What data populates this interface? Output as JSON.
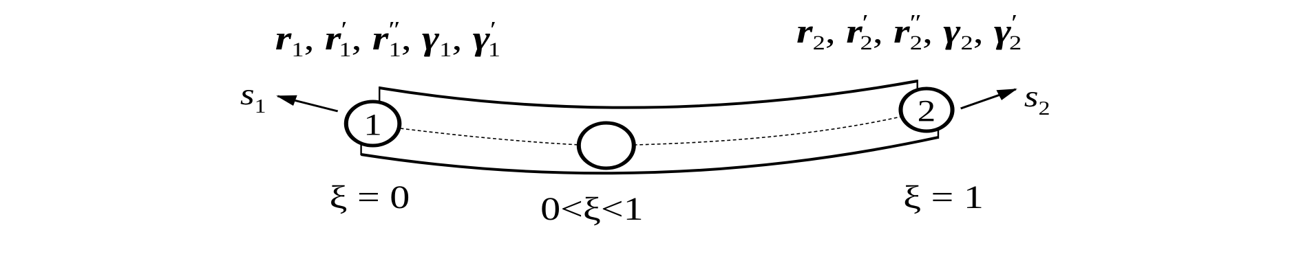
{
  "labels": {
    "node1_vars": {
      "r": "r",
      "sub": "1",
      "prime": "′",
      "dprime": "″",
      "gamma": "γ",
      "comma": ","
    },
    "node2_vars": {
      "r": "r",
      "sub": "2",
      "prime": "′",
      "dprime": "″",
      "gamma": "γ",
      "comma": ","
    },
    "s1": {
      "base": "s",
      "sub": "1"
    },
    "s2": {
      "base": "s",
      "sub": "2"
    },
    "node1_number": "1",
    "node2_number": "2",
    "xi_start": "ξ = 0",
    "xi_mid": "0<ξ<1",
    "xi_end": "ξ = 1"
  }
}
